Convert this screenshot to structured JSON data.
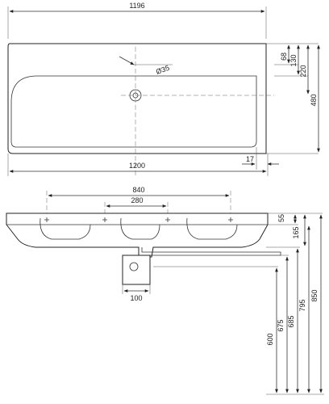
{
  "top_view": {
    "width_outer": "1196",
    "width_inner": "1200",
    "diameter": "Ø35",
    "dims_right": [
      "68",
      "130",
      "220",
      "480"
    ],
    "edge_offset": "17"
  },
  "front_view": {
    "spacing_outer": "840",
    "spacing_inner": "280",
    "drain_width": "100",
    "heights_right": [
      "55",
      "165",
      "600",
      "675",
      "685",
      "795",
      "850"
    ]
  }
}
